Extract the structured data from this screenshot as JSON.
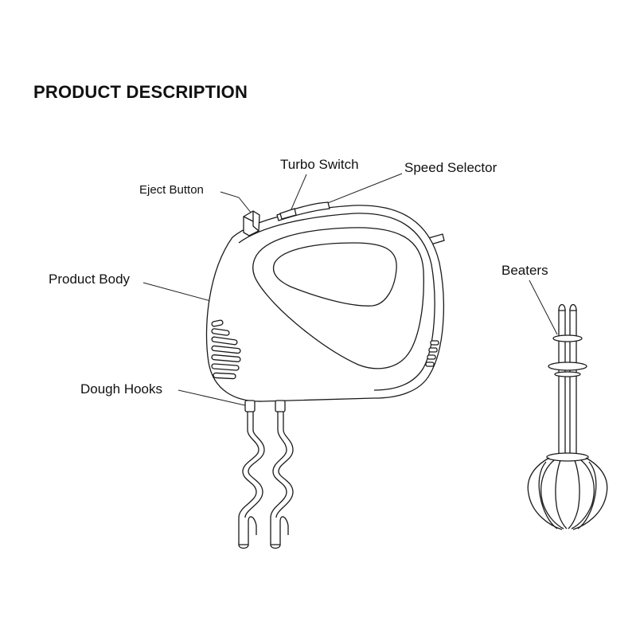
{
  "title": "PRODUCT DESCRIPTION",
  "labels": {
    "eject_button": "Eject Button",
    "turbo_switch": "Turbo Switch",
    "speed_selector": "Speed Selector",
    "product_body": "Product Body",
    "dough_hooks": "Dough Hooks",
    "beaters": "Beaters"
  },
  "icons": [
    "hand-mixer-illustration",
    "dough-hooks-illustration",
    "beaters-illustration"
  ]
}
